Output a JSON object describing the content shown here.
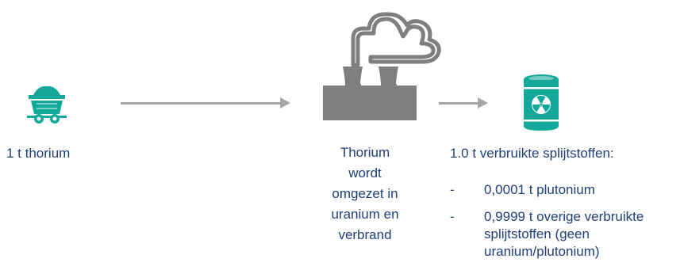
{
  "input": {
    "label": "1 t thorium",
    "icon": "mine-cart-icon"
  },
  "process": {
    "label_lines": [
      "Thorium",
      "wordt",
      "omgezet in",
      "uranium en",
      "verbrand"
    ],
    "icon": "power-plant-icon"
  },
  "output": {
    "heading": "1.0 t verbruikte splijtstoffen:",
    "icon": "radioactive-barrel-icon",
    "items": [
      {
        "dash": "-",
        "text": "0,0001 t plutonium"
      },
      {
        "dash": "-",
        "text": "0,9999 t overige verbruikte splijtstoffen (geen uranium/plutonium)"
      }
    ]
  },
  "colors": {
    "teal": "#14a89b",
    "gray": "#7f7f7f",
    "arrow": "#a6a6a6",
    "text": "#1f3f7a"
  }
}
